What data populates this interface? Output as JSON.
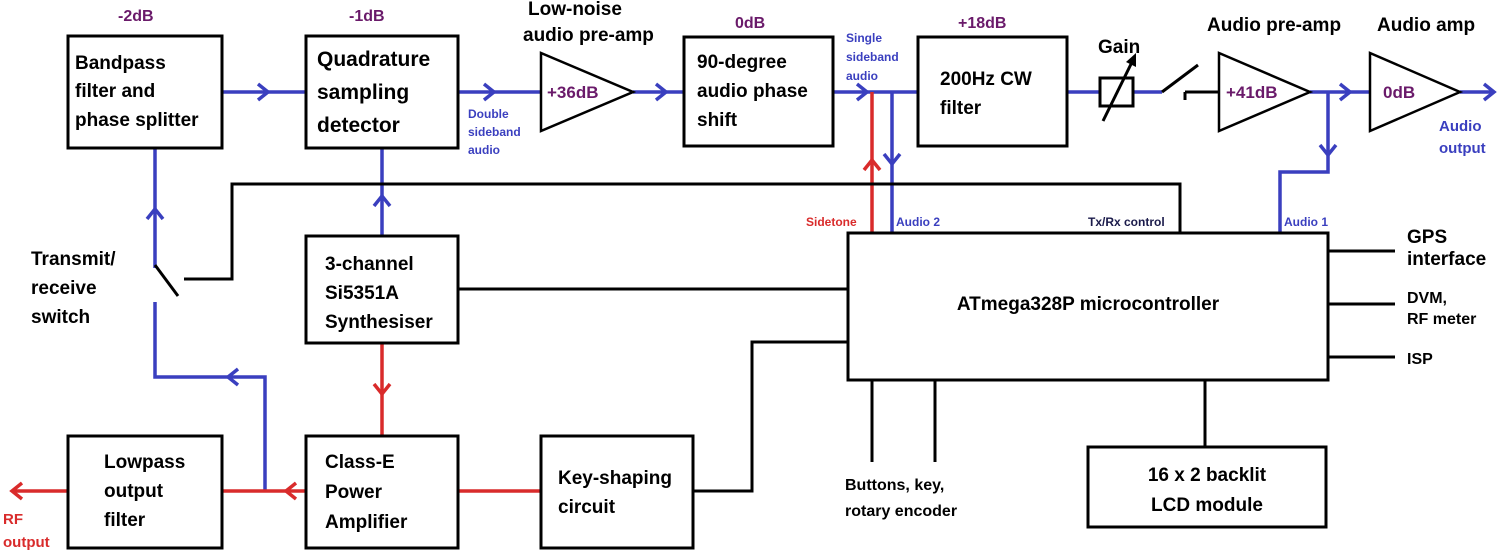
{
  "colors": {
    "signal": "#3a3fbf",
    "transmit": "#d92b2b",
    "control": "#000000",
    "gain": "#6a1a6a"
  },
  "blocks": {
    "bandpass": [
      "Bandpass",
      "filter and",
      "phase splitter"
    ],
    "qsd": [
      "Quadrature",
      "sampling",
      "detector"
    ],
    "phase_shift": [
      "90-degree",
      "audio phase",
      "shift"
    ],
    "cw_filter": [
      "200Hz CW",
      "filter"
    ],
    "synth": [
      "3-channel",
      "Si5351A",
      "Synthesiser"
    ],
    "mcu": "ATmega328P microcontroller",
    "lowpass": [
      "Lowpass",
      "output",
      "filter"
    ],
    "pa": [
      "Class-E",
      "Power",
      "Amplifier"
    ],
    "keyshape": [
      "Key-shaping",
      "circuit"
    ],
    "lcd": [
      "16 x 2 backlit",
      "LCD module"
    ]
  },
  "gains": {
    "bandpass": "-2dB",
    "qsd": "-1dB",
    "phase_shift": "0dB",
    "cw_filter": "+18dB"
  },
  "amps": {
    "lna_title": [
      "Low-noise",
      "audio pre-amp"
    ],
    "lna_gain": "+36dB",
    "preamp_title": "Audio pre-amp",
    "preamp_gain": "+41dB",
    "audioamp_title": "Audio amp",
    "audioamp_gain": "0dB"
  },
  "labels": {
    "gain": "Gain",
    "double_sideband": [
      "Double",
      "sideband",
      "audio"
    ],
    "single_sideband": [
      "Single",
      "sideband",
      "audio"
    ],
    "audio_output": [
      "Audio",
      "output"
    ],
    "sidetone": "Sidetone",
    "audio2": "Audio 2",
    "txrx": "Tx/Rx control",
    "audio1": "Audio 1",
    "tr_switch": [
      "Transmit/",
      "receive",
      "switch"
    ],
    "rf_output": [
      "RF",
      "output"
    ],
    "buttons": [
      "Buttons, key,",
      "rotary encoder"
    ]
  },
  "interfaces": {
    "gps": [
      "GPS",
      "interface"
    ],
    "dvm": [
      "DVM,",
      "RF meter"
    ],
    "isp": "ISP"
  }
}
